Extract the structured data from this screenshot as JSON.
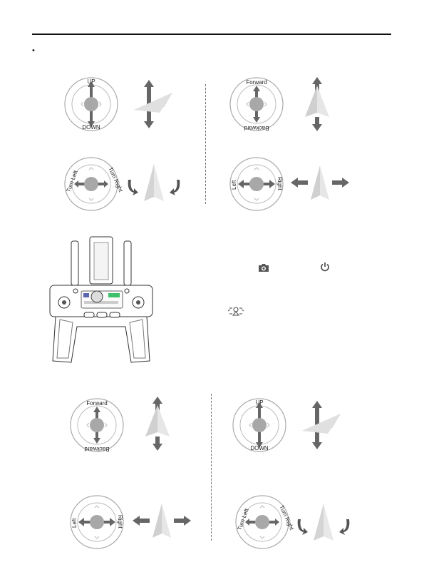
{
  "page": {
    "bullet": "•"
  },
  "sections": {
    "mode_top": {
      "left_col": [
        {
          "id": "up-down",
          "labels": {
            "top": "UP",
            "bottom": "DOWN"
          }
        },
        {
          "id": "turn",
          "labels": {
            "left": "Turn Left",
            "right": "Turn Right"
          }
        }
      ],
      "right_col": [
        {
          "id": "fwd-back",
          "labels": {
            "top": "Forward",
            "bottom": "Backward"
          }
        },
        {
          "id": "left-right",
          "labels": {
            "left": "Left",
            "right": "Right"
          }
        }
      ]
    },
    "mode_bottom": {
      "left_col": [
        {
          "id": "fwd-back",
          "labels": {
            "top": "Forward",
            "bottom": "Backward"
          }
        },
        {
          "id": "left-right",
          "labels": {
            "left": "Left",
            "right": "Right"
          }
        }
      ],
      "right_col": [
        {
          "id": "up-down",
          "labels": {
            "top": "UP",
            "bottom": "DOWN"
          }
        },
        {
          "id": "turn",
          "labels": {
            "left": "Turn Left",
            "right": "Turn Right"
          }
        }
      ]
    }
  },
  "icons": {
    "camera": "camera-icon",
    "power": "power-icon",
    "drone": "drone-icon"
  }
}
